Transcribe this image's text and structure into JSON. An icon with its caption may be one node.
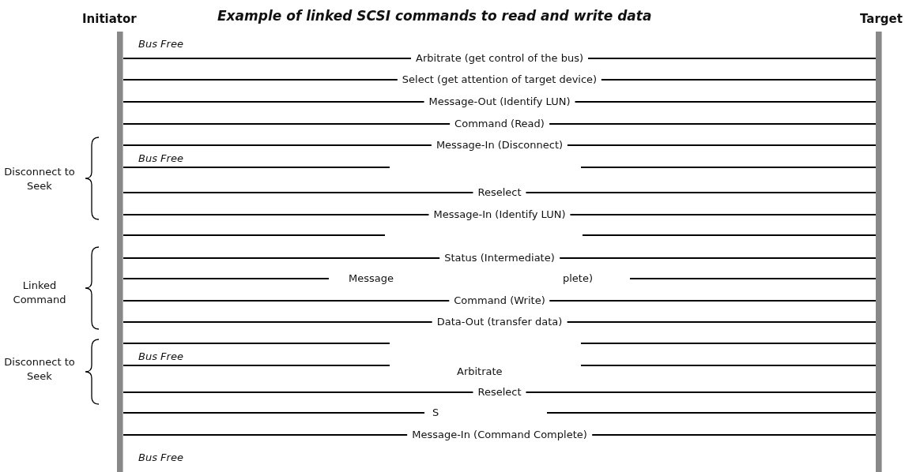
{
  "diagram": {
    "title": "Example of linked SCSI commands to read and write data",
    "nodes": [
      {
        "text": [
          "Initiator"
        ]
      },
      {
        "text": [
          "Target"
        ]
      }
    ],
    "edges": [
      {
        "from": 0,
        "to": 1,
        "arrow": "none",
        "label": "Arbitrate (get control of the bus)"
      },
      {
        "from": 0,
        "to": 1,
        "arrow": "none",
        "label": "Select (get attention of target device)"
      },
      {
        "from": 0,
        "to": 1,
        "arrow": "none",
        "label": "Message-Out (Identify LUN)"
      },
      {
        "from": 0,
        "to": 1,
        "arrow": "none",
        "label": "Command (Read)"
      },
      {
        "from": 0,
        "to": 1,
        "arrow": "none",
        "label": "Message-In (Disconnect)"
      },
      {
        "from": 0,
        "to": 1,
        "arrow": "none"
      },
      {
        "from": 0,
        "to": 1,
        "arrow": "none",
        "label": "Reselect"
      },
      {
        "from": 0,
        "to": 1,
        "arrow": "none",
        "label": "Message-In (Identify LUN)"
      },
      {
        "from": 0,
        "to": 1,
        "arrow": "none"
      },
      {
        "from": 0,
        "to": 1,
        "arrow": "none",
        "label": "Status (Intermediate)"
      },
      {
        "from": 0,
        "to": 1,
        "arrow": "none"
      },
      {
        "from": 0,
        "to": 1,
        "arrow": "none",
        "label": "Command (Write)"
      },
      {
        "from": 0,
        "to": 1,
        "arrow": "none",
        "label": "Data-Out (transfer data)"
      },
      {
        "from": 0,
        "to": 1,
        "arrow": "none"
      },
      {
        "from": 0,
        "to": 1,
        "arrow": "none"
      },
      {
        "from": 0,
        "to": 1,
        "arrow": "none",
        "label": "Reselect"
      },
      {
        "from": 0,
        "to": 1,
        "arrow": "none"
      },
      {
        "from": 0,
        "to": 1,
        "arrow": "none",
        "label": "Message-In (Command Complete)"
      }
    ],
    "labels": [
      "Bus Free",
      "Bus Free",
      "Disconnect to Seek",
      "Message",
      "plete)",
      "Linked Command",
      "Bus Free",
      "Disconnect to Seek",
      "Arbitrate",
      "S",
      "Bus Free"
    ]
  }
}
